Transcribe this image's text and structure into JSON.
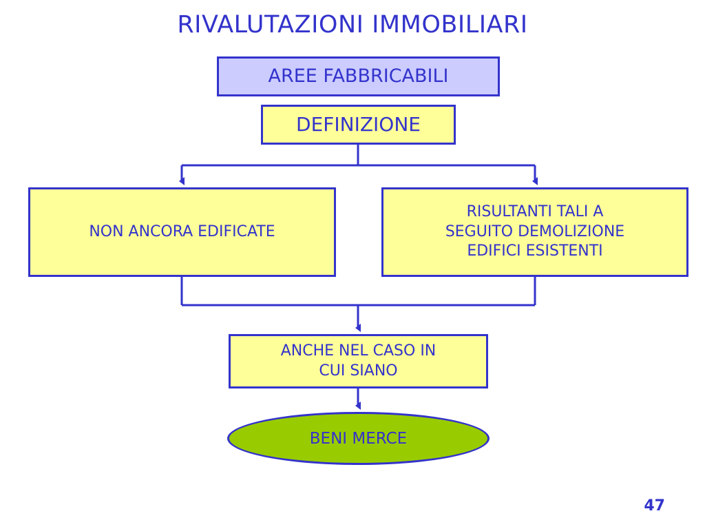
{
  "slide": {
    "title": "RIVALUTAZIONI IMMOBILIARI",
    "page_number": "47"
  },
  "diagram": {
    "header_box": "AREE FABBRICABILI",
    "definition_box": "DEFINIZIONE",
    "left_branch": "NON ANCORA EDIFICATE",
    "right_branch_lines": [
      "RISULTANTI TALI  A",
      "SEGUITO DEMOLIZIONE",
      "EDIFICI ESISTENTI"
    ],
    "merge_box_lines": [
      "ANCHE NEL CASO IN",
      "CUI SIANO"
    ],
    "result_ellipse": "BENI MERCE"
  },
  "colors": {
    "text_and_lines": "#3333cc",
    "header_fill": "#ccccff",
    "box_fill": "#ffff99",
    "ellipse_fill": "#99cc00"
  }
}
